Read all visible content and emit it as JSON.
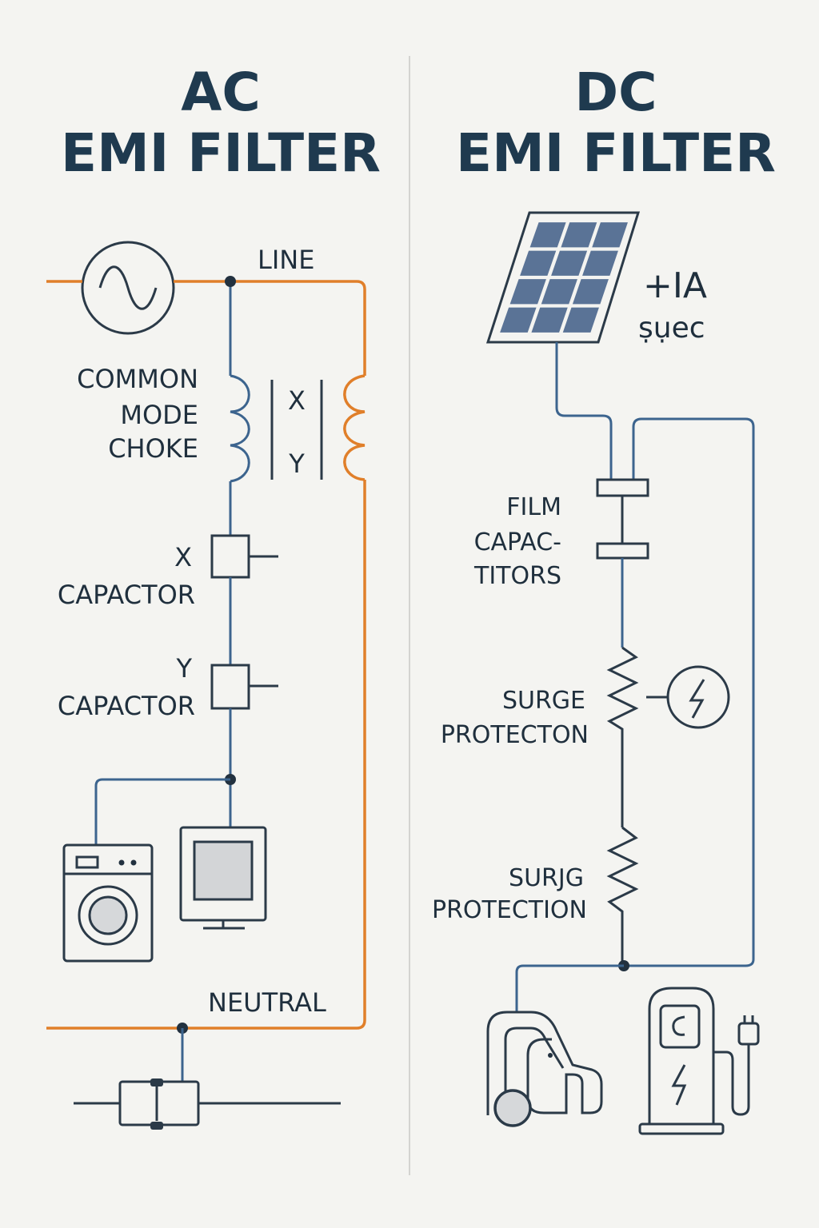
{
  "ac": {
    "title_line1": "AC",
    "title_line2": "EMI FILTER",
    "line_label": "LINE",
    "neutral_label": "NEUTRAL",
    "choke_label": [
      "COMMON",
      "MODE",
      "CHOKE"
    ],
    "choke_x": "X",
    "choke_y": "Y",
    "x_cap_label": [
      "X",
      "CAPACTOR"
    ],
    "y_cap_label": [
      "Y",
      "CAPACTOR"
    ]
  },
  "dc": {
    "title_line1": "DC",
    "title_line2": "EMI FILTER",
    "panel_label": [
      "+IA",
      "ṣụec"
    ],
    "film_label": [
      "FILM",
      "CAPAC-",
      "TITORS"
    ],
    "surge1_label": [
      "SURGE",
      "PROTECTON"
    ],
    "surge2_label": [
      "SURJG",
      "PROTECTION"
    ]
  },
  "colors": {
    "line_wire": "#e07f2a",
    "signal_wire": "#3c648e",
    "title": "#1f3a4f",
    "panel_cell": "#5a7396"
  }
}
